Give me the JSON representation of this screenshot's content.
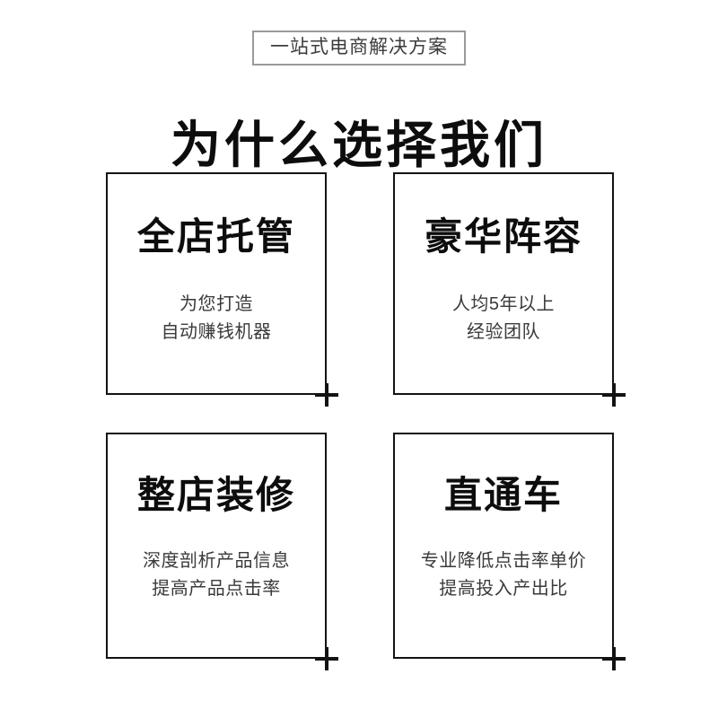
{
  "header": {
    "eyebrow": "一站式电商解决方案",
    "title": "为什么选择我们"
  },
  "cards": [
    {
      "title": "全店托管",
      "sub_line1": "为您打造",
      "sub_line2": "自动赚钱机器"
    },
    {
      "title": "豪华阵容",
      "sub_line1": "人均5年以上",
      "sub_line2": "经验团队"
    },
    {
      "title": "整店装修",
      "sub_line1": "深度剖析产品信息",
      "sub_line2": "提高产品点击率"
    },
    {
      "title": "直通车",
      "sub_line1": "专业降低点击率单价",
      "sub_line2": "提高投入产出比"
    }
  ],
  "colors": {
    "background": "#ffffff",
    "title_text": "#0d0d0d",
    "sub_text": "#3a3a3a",
    "card_border": "#131313",
    "eyebrow_border": "#9a9a9a",
    "eyebrow_text": "#3c3c3c",
    "plus_marker": "#131313"
  },
  "markers": {
    "corner_plus_count": 4,
    "glyph": "plus-marker"
  }
}
